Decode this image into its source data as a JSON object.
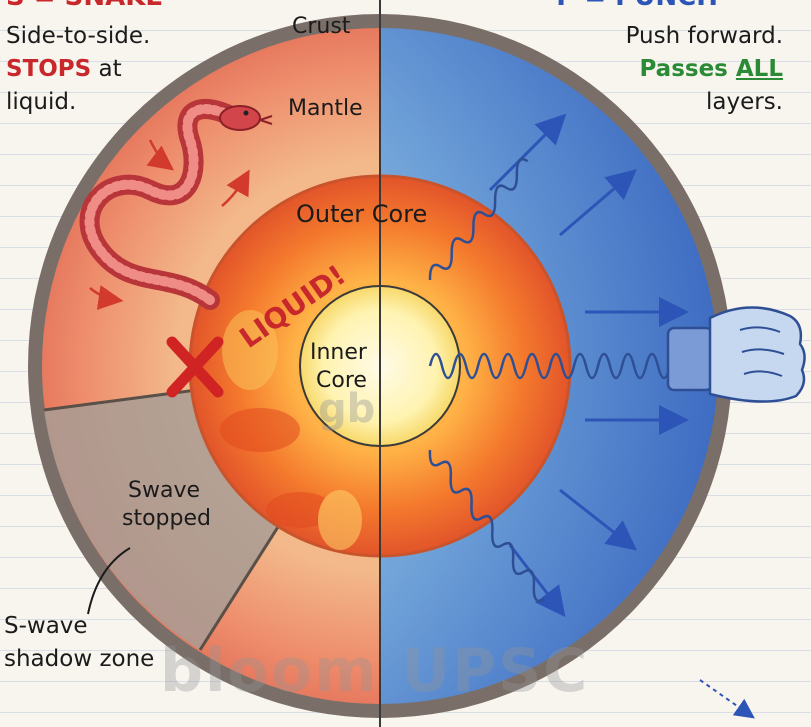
{
  "headings": {
    "s_title": "S = SNAKE —",
    "p_title": "P = PUNCH —"
  },
  "s_wave": {
    "line1": "Side-to-side.",
    "stops_word": "STOPS",
    "stops_rest": " at",
    "line3": "liquid."
  },
  "p_wave": {
    "line1": "Push forward.",
    "passes_word": "Passes ",
    "all_word": "ALL",
    "line3": "layers."
  },
  "layers": {
    "crust": "Crust",
    "mantle": "Mantle",
    "outer_core": "Outer Core",
    "liquid": "LIQUID!",
    "inner_core_1": "Inner",
    "inner_core_2": "Core"
  },
  "shadow": {
    "stopped_1": "Swave",
    "stopped_2": "stopped",
    "zone_1": "S-wave",
    "zone_2": "shadow zone"
  },
  "watermark": {
    "text": "bloom UPSC",
    "mark": "gb"
  },
  "colors": {
    "s_red": "#c8282b",
    "p_blue": "#2d55b8",
    "green": "#2a8a35"
  },
  "icons": [
    "snake-icon",
    "stop-x-icon",
    "fist-icon",
    "spring-wave-icon"
  ]
}
